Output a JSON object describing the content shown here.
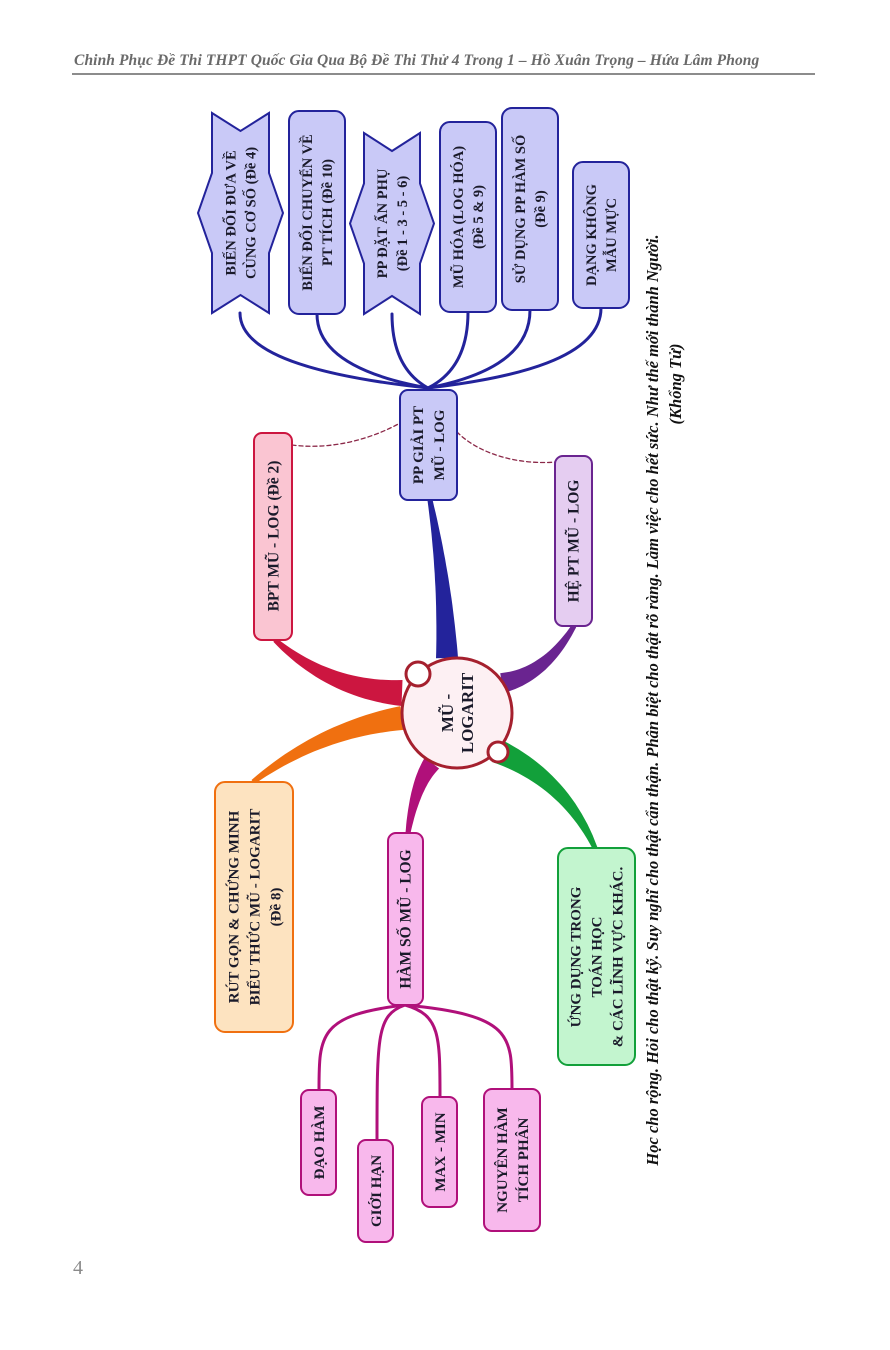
{
  "header": {
    "title": "Chinh Phục Đề Thi THPT Quốc Gia Qua Bộ Đề Thi Thử 4 Trong 1 – Hồ Xuân Trọng – Hứa Lâm Phong"
  },
  "page_number": "4",
  "mindmap": {
    "center": {
      "lines": [
        "MŨ -",
        "LOGARIT"
      ]
    },
    "branches": {
      "pp_giai": {
        "lines": [
          "PP GIẢI PT",
          "MŨ - LOG"
        ],
        "color": "#23239b",
        "fill": "#c9c9f7",
        "children": [
          {
            "lines": [
              "BIẾN ĐỔI ĐƯA VỀ",
              "CÙNG CƠ SỐ (Đề 4)"
            ],
            "shape": "ribbon"
          },
          {
            "lines": [
              "BIẾN ĐỔI CHUYỂN VỀ",
              "PT TÍCH (Đề 10)"
            ],
            "shape": "rounded"
          },
          {
            "lines": [
              "PP ĐẶT ẨN PHỤ",
              "(Đề 1 - 3 - 5 - 6)"
            ],
            "shape": "ribbon"
          },
          {
            "lines": [
              "MŨ HÓA (LOG HÓA)",
              "(Đề 5 & 9)"
            ],
            "shape": "rounded"
          },
          {
            "lines": [
              "SỬ DỤNG PP HÀM SỐ",
              "(Đề 9)"
            ],
            "shape": "rounded"
          },
          {
            "lines": [
              "DẠNG KHÔNG",
              "MẪU MỰC"
            ],
            "shape": "rounded"
          }
        ]
      },
      "bpt": {
        "lines": [
          "BPT MŨ - LOG (Đề 2)"
        ],
        "color": "#cc1640",
        "fill": "#fac5d2"
      },
      "he_pt": {
        "lines": [
          "HỆ PT MŨ - LOG"
        ],
        "color": "#6a2490",
        "fill": "#e5cdf1"
      },
      "rut_gon": {
        "lines": [
          "RÚT GỌN & CHỨNG MINH",
          "BIỂU THỨC MŨ - LOGARIT",
          "(Đề 8)"
        ],
        "color": "#f07010",
        "fill": "#fde3c0"
      },
      "ham_so": {
        "lines": [
          "HÀM SỐ MŨ - LOG"
        ],
        "color": "#b0107a",
        "fill": "#f8b8ec",
        "children": [
          {
            "lines": [
              "ĐẠO HÀM"
            ]
          },
          {
            "lines": [
              "GIỚI HẠN"
            ]
          },
          {
            "lines": [
              "MAX - MIN"
            ]
          },
          {
            "lines": [
              "NGUYÊN HÀM",
              "TÍCH PHÂN"
            ]
          }
        ]
      },
      "ung_dung": {
        "lines": [
          "ỨNG DỤNG TRONG",
          "TOÁN HỌC",
          "& CÁC LĨNH VỰC KHÁC."
        ],
        "color": "#12a03a",
        "fill": "#c3f5cf"
      }
    }
  },
  "quote": {
    "line1": "Học cho rộng. Hỏi cho thật kỹ. Suy nghĩ cho thật cẩn thận. Phân biệt cho thật rõ ràng. Làm việc cho hết sức. Như thế mới thành Người.",
    "line2": "(Khổng Tử)"
  }
}
